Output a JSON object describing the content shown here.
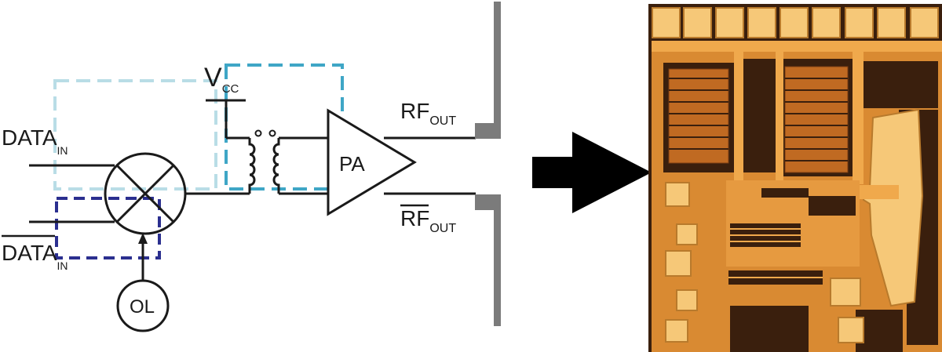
{
  "schematic": {
    "data_in": {
      "main": "DATA",
      "sub": "IN"
    },
    "data_in_bar": {
      "main": "DATA",
      "sub": "IN"
    },
    "vcc": {
      "main": "V",
      "sub": "CC"
    },
    "rf_out": {
      "main": "RF",
      "sub": "OUT"
    },
    "rf_out_bar": {
      "main": "RF",
      "sub": "OUT"
    },
    "amplifier": "PA",
    "oscillator": "OL"
  },
  "colors": {
    "ink": "#1a1a1a",
    "mixer_box": "#2b2f8f",
    "transformer_box": "#3fa6c6",
    "input_box": "#b9dde6",
    "output_line": "#7b7b7b",
    "arrow": "#000000",
    "die_background": "#d98a32",
    "die_metal": "#f0a94c",
    "die_pad": "#f6c878",
    "die_dark": "#3a1f0d"
  },
  "chip_photo": {
    "description_icon": "ic-die-photo"
  }
}
